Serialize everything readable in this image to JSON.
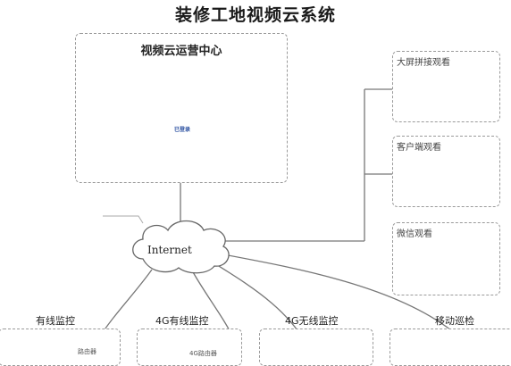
{
  "title": "装修工地视频云系统",
  "center": {
    "title": "视频云运营中心",
    "logo_text": "已登录"
  },
  "internet_label": "Internet",
  "right_panels": [
    {
      "label": "大屏拼接观看"
    },
    {
      "label": "客户端观看"
    },
    {
      "label": "微信观看"
    }
  ],
  "bottom_sections": [
    {
      "label": "有线监控",
      "router": "路由器"
    },
    {
      "label": "4G有线监控",
      "router": "4G路由器"
    },
    {
      "label": "4G无线监控"
    },
    {
      "label": "移动巡检"
    }
  ],
  "colors": {
    "server": "#555555",
    "line": "#777777",
    "dash": "#9a9a9a",
    "brand": "#2a4fa0"
  }
}
